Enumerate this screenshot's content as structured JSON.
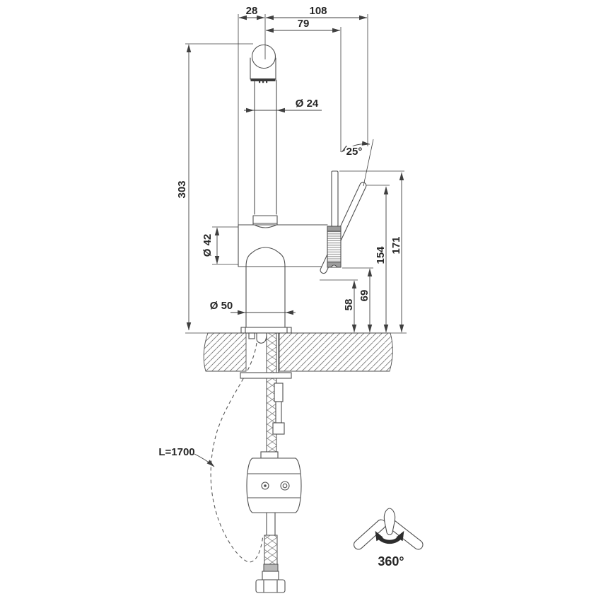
{
  "drawing": {
    "colors": {
      "line": "#4f4f4f",
      "dimension": "#3f3f3f",
      "text": "#262626",
      "rotation_arrow": "#2d2d2d",
      "background": "#ffffff"
    },
    "dimensions": {
      "spout_offset": "28",
      "reach_total": "108",
      "reach_inner": "79",
      "spout_tube_diameter": "Ø 24",
      "handle_angle": "25°",
      "height_spout_top": "303",
      "body_diameter": "Ø 42",
      "base_diameter": "Ø 50",
      "height_handle_bottom": "58",
      "height_body_bottom": "69",
      "height_handle_tip": "154",
      "height_lever_top": "171",
      "hose_length": "L=1700",
      "swivel": "360°"
    }
  }
}
